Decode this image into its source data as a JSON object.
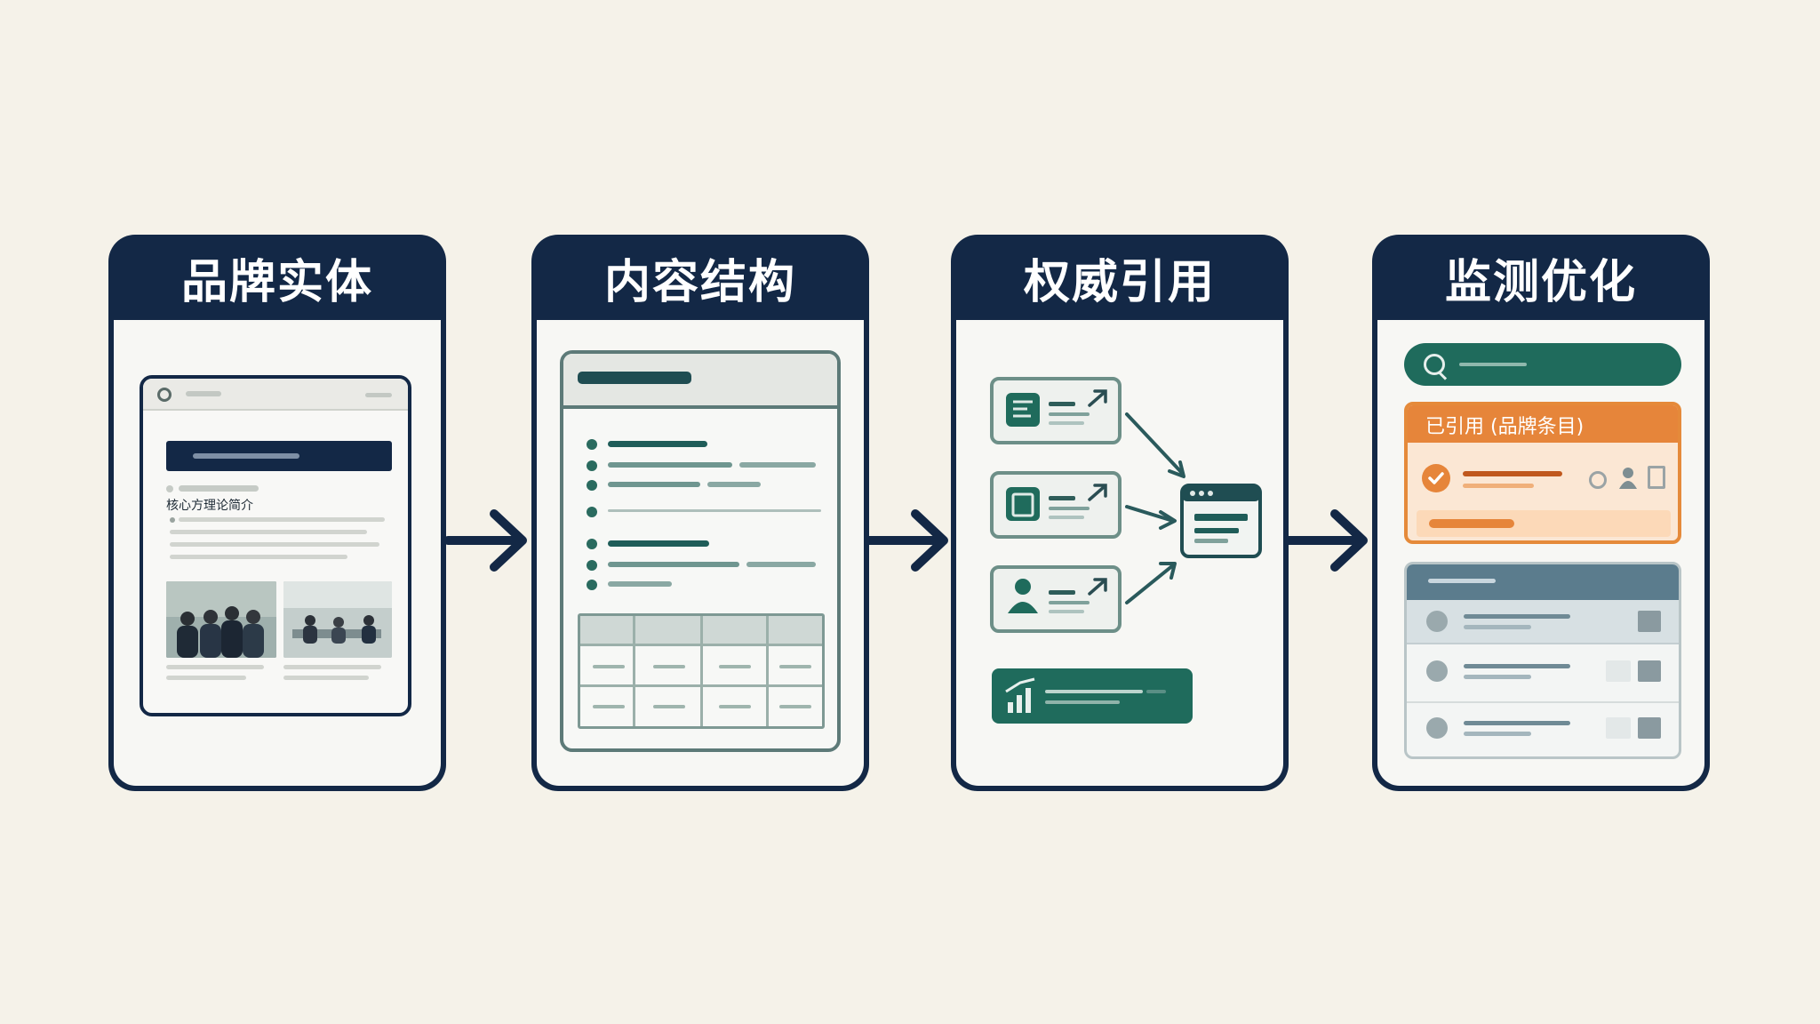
{
  "steps": [
    {
      "title": "品牌实体"
    },
    {
      "title": "内容结构"
    },
    {
      "title": "权威引用"
    },
    {
      "title": "监测优化"
    }
  ],
  "brand_page": {
    "section_heading": "核心方理论简介"
  },
  "monitor": {
    "cited_label": "已引用 (品牌条目)"
  },
  "colors": {
    "navy": "#132846",
    "teal": "#1f6b5c",
    "orange": "#e07a2b",
    "panel": "#f7f7f4",
    "background": "#f5f2e9"
  },
  "icons": [
    "browser-icon",
    "list-bullet-icon",
    "table-icon",
    "document-icon",
    "file-icon",
    "user-icon",
    "external-link-icon",
    "bar-chart-icon",
    "search-icon",
    "check-icon",
    "eye-icon",
    "avatar-icon"
  ]
}
